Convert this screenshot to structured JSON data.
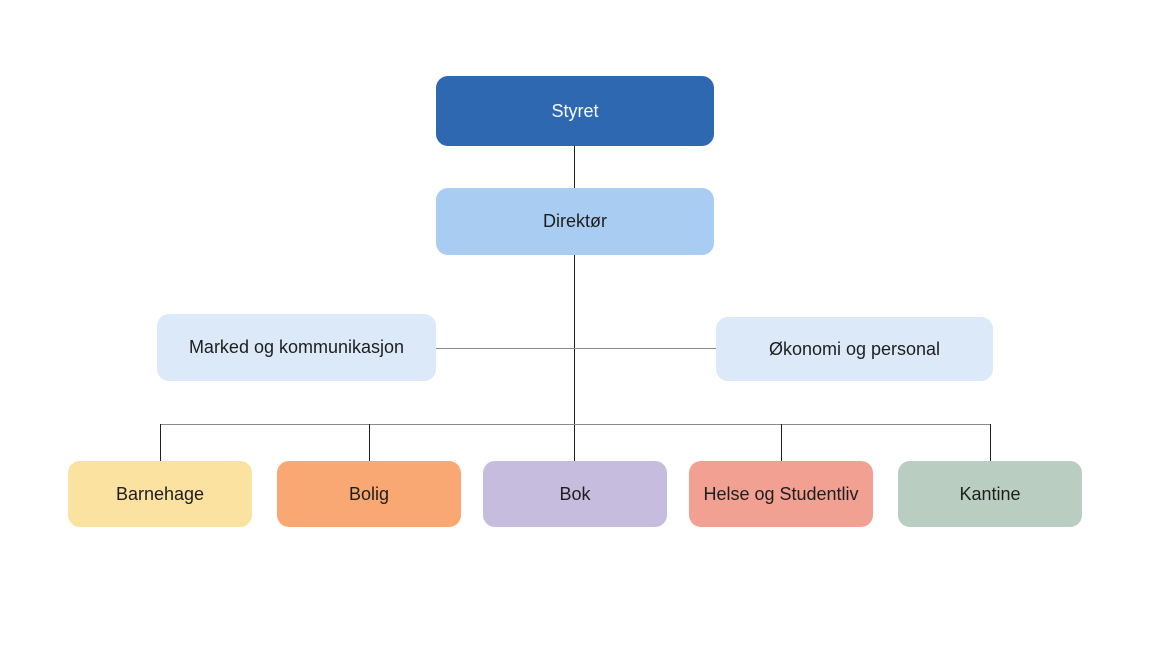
{
  "page": {
    "background": "#ffffff"
  },
  "org_chart": {
    "type": "org-chart",
    "connector_colors": {
      "vertical": "#1f1f1f",
      "horizontal": "#8a8a8a"
    },
    "nodes": {
      "styret": {
        "label": "Styret",
        "fill": "#2E68B0",
        "text_color": "#f7f9fc"
      },
      "direktor": {
        "label": "Direktør",
        "fill": "#A9CCF3",
        "text_color": "#1e1e1e"
      },
      "marked": {
        "label": "Marked og kommunikasjon",
        "fill": "#DCE9F8",
        "text_color": "#1e1e1e"
      },
      "okonomi": {
        "label": "Økonomi og personal",
        "fill": "#DCE9F8",
        "text_color": "#1e1e1e"
      },
      "barnehage": {
        "label": "Barnehage",
        "fill": "#FBE2A1",
        "text_color": "#1e1e1e"
      },
      "bolig": {
        "label": "Bolig",
        "fill": "#F9A873",
        "text_color": "#1e1e1e"
      },
      "bok": {
        "label": "Bok",
        "fill": "#C5BCDE",
        "text_color": "#1e1e1e"
      },
      "helse": {
        "label": "Helse og Studentliv",
        "fill": "#F1A091",
        "text_color": "#1e1e1e"
      },
      "kantine": {
        "label": "Kantine",
        "fill": "#B9CEC1",
        "text_color": "#1e1e1e"
      }
    },
    "edges": [
      {
        "from": "styret",
        "to": "direktor"
      },
      {
        "from": "direktor",
        "to": "marked"
      },
      {
        "from": "direktor",
        "to": "okonomi"
      },
      {
        "from": "direktor",
        "to": "barnehage"
      },
      {
        "from": "direktor",
        "to": "bolig"
      },
      {
        "from": "direktor",
        "to": "bok"
      },
      {
        "from": "direktor",
        "to": "helse"
      },
      {
        "from": "direktor",
        "to": "kantine"
      }
    ]
  }
}
